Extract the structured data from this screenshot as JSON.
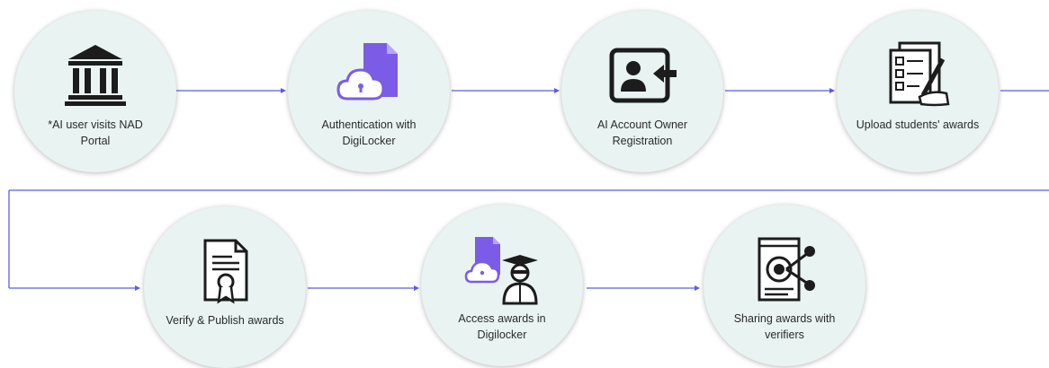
{
  "diagram": {
    "colors": {
      "connector": "#5b5ce6",
      "circle_fill": "#e9f4f2",
      "icon_purple": "#7b5ce6",
      "icon_dark": "#1c1c1c"
    },
    "steps": [
      {
        "label": "*AI user visits NAD Portal",
        "icon": "institution-icon"
      },
      {
        "label": "Authentication with DigiLocker",
        "icon": "digilocker-cloud-icon"
      },
      {
        "label": "AI Account Owner Registration",
        "icon": "account-register-icon"
      },
      {
        "label": "Upload students' awards",
        "icon": "upload-documents-icon"
      },
      {
        "label": "Verify & Publish awards",
        "icon": "certificate-icon"
      },
      {
        "label": "Access awards in Digilocker",
        "icon": "graduate-digilocker-icon"
      },
      {
        "label": "Sharing awards with verifiers",
        "icon": "share-document-icon"
      }
    ]
  }
}
